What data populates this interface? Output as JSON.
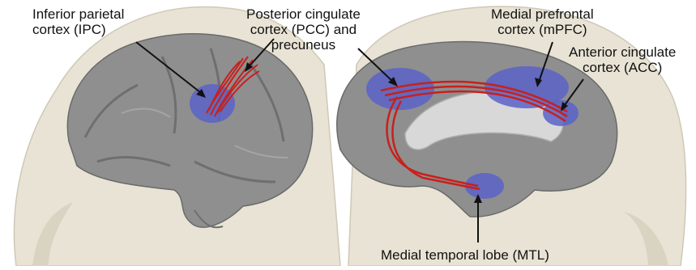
{
  "labels": {
    "ipc": "Inferior parietal\ncortex (IPC)",
    "pcc": "Posterior cingulate\ncortex (PCC) and\nprecuneus",
    "mpfc": "Medial prefrontal\ncortex (mPFC)",
    "acc": "Anterior cingulate\ncortex (ACC)",
    "mtl": "Medial temporal lobe (MTL)"
  },
  "colors": {
    "head": "#e6e1d2",
    "brain": "#8e8e8e",
    "brain_light": "#c9c9c9",
    "region": "#5a63c8",
    "fiber": "#c8201c"
  }
}
